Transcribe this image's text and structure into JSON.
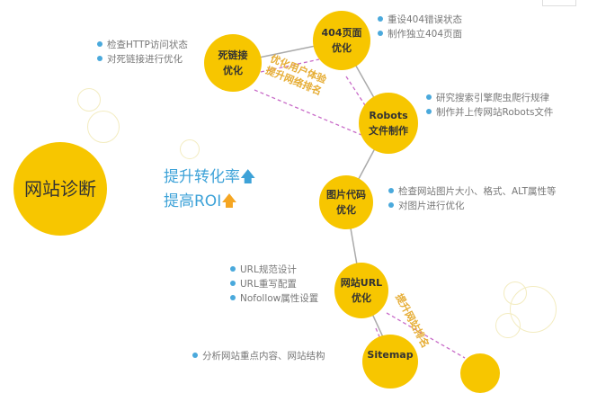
{
  "nodes": {
    "dead_link": "死链接\n优化",
    "page404": "404页面\n优化",
    "robots": "Robots\n文件制作",
    "image": "图片代码\n优化",
    "url": "网站URL\n优化",
    "sitemap": "Sitemap",
    "diagnosis": "网站诊断"
  },
  "lists": {
    "page404": [
      "重设404错误状态",
      "制作独立404页面"
    ],
    "dead_link": [
      "检查HTTP访问状态",
      "对死链接进行优化"
    ],
    "robots": [
      "研究搜索引擎爬虫爬行规律",
      "制作并上传网站Robots文件"
    ],
    "image": [
      "检查网站图片大小、格式、ALT属性等",
      "对图片进行优化"
    ],
    "url": [
      "URL规范设计",
      "URL重写配置",
      "Nofollow属性设置"
    ],
    "sitemap": [
      "分析网站重点内容、网站结构"
    ]
  },
  "notes": {
    "top": "优化用户体验\n提升网络排名",
    "bottom": "提升网站排名"
  },
  "slogans": {
    "conversion": "提升转化率",
    "roi": "提高ROI"
  },
  "colors": {
    "node": "#f7c600",
    "bullet": "#4aa9dc",
    "slogan": "#3da2d8",
    "note": "#e6ad35",
    "dash": "#c86bc8",
    "up_blue": "#3da2d8",
    "up_orange": "#f5a623"
  }
}
